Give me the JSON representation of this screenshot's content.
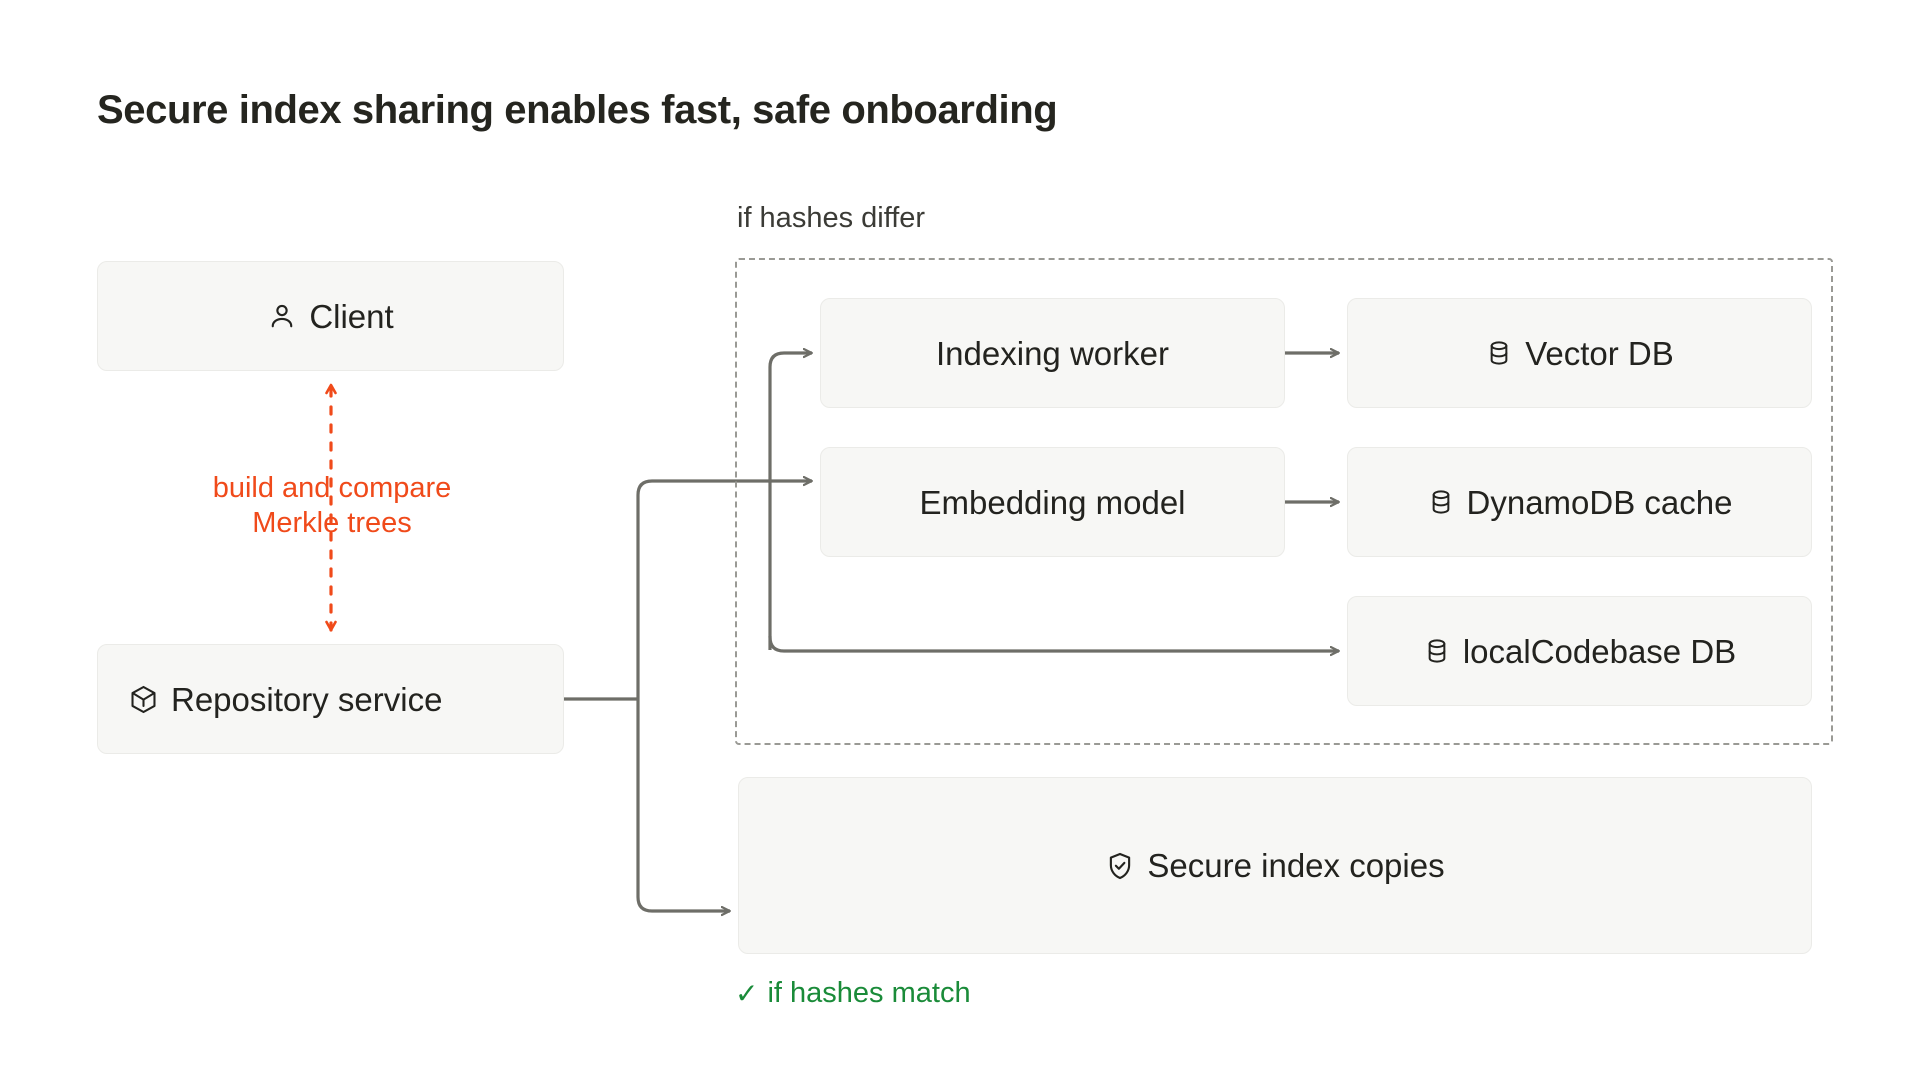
{
  "title": "Secure index sharing enables fast, safe onboarding",
  "colors": {
    "accent_orange": "#F04A1A",
    "accent_green": "#1A8B39",
    "node_fill": "#F7F7F5",
    "node_border": "#EBEBE8",
    "connector": "#6E6E68",
    "group_border": "#9A9A95",
    "text": "#23231F"
  },
  "nodes": {
    "client": {
      "label": "Client",
      "icon": "user-icon"
    },
    "repository_service": {
      "label": "Repository service",
      "icon": "box-3d-icon"
    },
    "indexing_worker": {
      "label": "Indexing worker",
      "icon": null
    },
    "embedding_model": {
      "label": "Embedding model",
      "icon": null
    },
    "vector_db": {
      "label": "Vector DB",
      "icon": "database-icon"
    },
    "dynamodb_cache": {
      "label": "DynamoDB cache",
      "icon": "database-icon"
    },
    "localcodebase_db": {
      "label": "localCodebase DB",
      "icon": "database-icon"
    },
    "secure_index_copies": {
      "label": "Secure index copies",
      "icon": "shield-check-icon"
    }
  },
  "annotations": {
    "group_hashes_differ": "if hashes differ",
    "merkle": "build and compare\nMerkle trees",
    "hashes_match": "if hashes match",
    "hashes_match_glyph": "✓"
  },
  "edges": [
    {
      "from": "client",
      "to": "repository_service",
      "style": "dashed",
      "color": "#F04A1A",
      "bidirectional": true,
      "label": "build and compare Merkle trees"
    },
    {
      "from": "repository_service",
      "to": "indexing_worker",
      "style": "solid",
      "color": "#6E6E68"
    },
    {
      "from": "repository_service",
      "to": "embedding_model",
      "style": "solid",
      "color": "#6E6E68"
    },
    {
      "from": "repository_service",
      "to": "localcodebase_db",
      "style": "solid",
      "color": "#6E6E68"
    },
    {
      "from": "repository_service",
      "to": "secure_index_copies",
      "style": "solid",
      "color": "#6E6E68",
      "label": "if hashes match"
    },
    {
      "from": "indexing_worker",
      "to": "vector_db",
      "style": "solid",
      "color": "#6E6E68"
    },
    {
      "from": "embedding_model",
      "to": "dynamodb_cache",
      "style": "solid",
      "color": "#6E6E68"
    }
  ]
}
